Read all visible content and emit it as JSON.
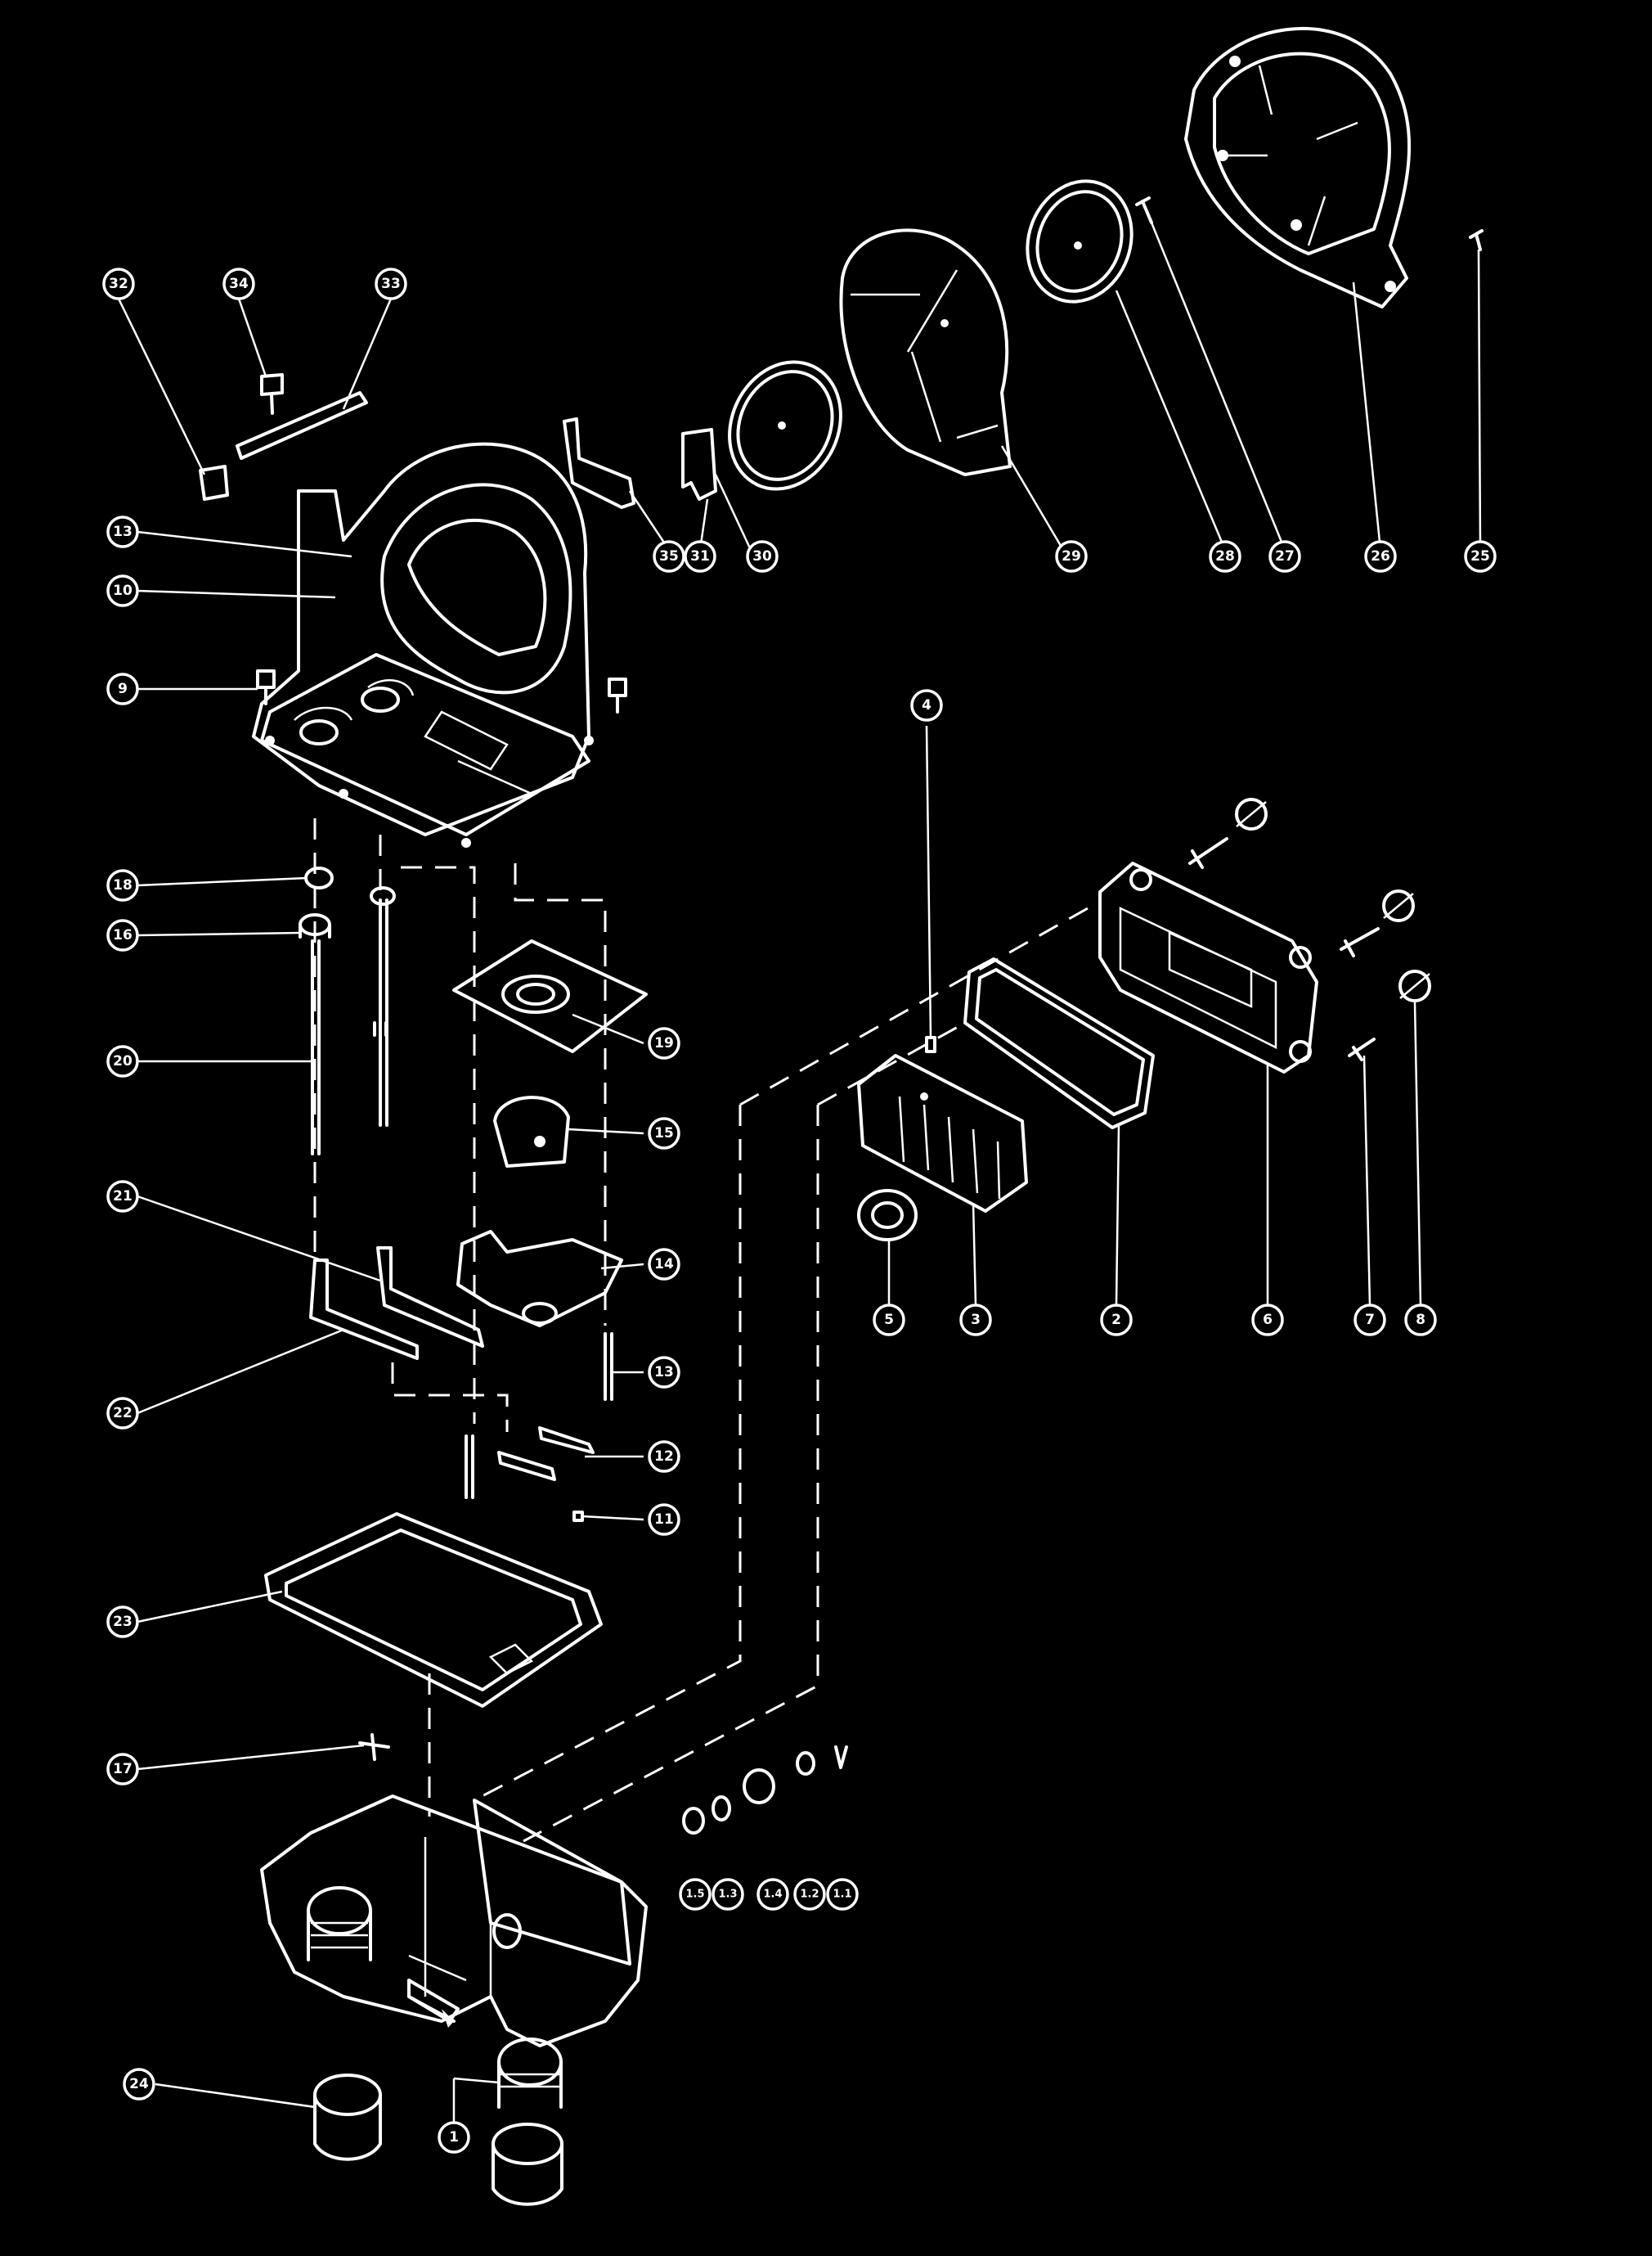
{
  "diagram": {
    "type": "exploded-parts-drawing",
    "colors": {
      "background": "#000000",
      "line": "#ffffff"
    },
    "callouts": [
      {
        "id": "c32",
        "label": "32"
      },
      {
        "id": "c34",
        "label": "34"
      },
      {
        "id": "c33",
        "label": "33"
      },
      {
        "id": "c13",
        "label": "13"
      },
      {
        "id": "c10",
        "label": "10"
      },
      {
        "id": "c9",
        "label": "9"
      },
      {
        "id": "c18",
        "label": "18"
      },
      {
        "id": "c16",
        "label": "16"
      },
      {
        "id": "c20",
        "label": "20"
      },
      {
        "id": "c21",
        "label": "21"
      },
      {
        "id": "c22",
        "label": "22"
      },
      {
        "id": "c23",
        "label": "23"
      },
      {
        "id": "c17",
        "label": "17"
      },
      {
        "id": "c24",
        "label": "24"
      },
      {
        "id": "c1",
        "label": "1"
      },
      {
        "id": "c35",
        "label": "35"
      },
      {
        "id": "c31",
        "label": "31"
      },
      {
        "id": "c30",
        "label": "30"
      },
      {
        "id": "c29",
        "label": "29"
      },
      {
        "id": "c28",
        "label": "28"
      },
      {
        "id": "c27",
        "label": "27"
      },
      {
        "id": "c26",
        "label": "26"
      },
      {
        "id": "c25",
        "label": "25"
      },
      {
        "id": "c4",
        "label": "4"
      },
      {
        "id": "c19",
        "label": "19"
      },
      {
        "id": "c15",
        "label": "15"
      },
      {
        "id": "c14",
        "label": "14"
      },
      {
        "id": "c13b",
        "label": "13"
      },
      {
        "id": "c12",
        "label": "12"
      },
      {
        "id": "c11",
        "label": "11"
      },
      {
        "id": "c5",
        "label": "5"
      },
      {
        "id": "c3",
        "label": "3"
      },
      {
        "id": "c2",
        "label": "2"
      },
      {
        "id": "c6",
        "label": "6"
      },
      {
        "id": "c7",
        "label": "7"
      },
      {
        "id": "c8",
        "label": "8"
      },
      {
        "id": "c1-5",
        "label": "1.5"
      },
      {
        "id": "c1-3",
        "label": "1.3"
      },
      {
        "id": "c1-4",
        "label": "1.4"
      },
      {
        "id": "c1-2",
        "label": "1.2"
      },
      {
        "id": "c1-1",
        "label": "1.1"
      }
    ]
  }
}
